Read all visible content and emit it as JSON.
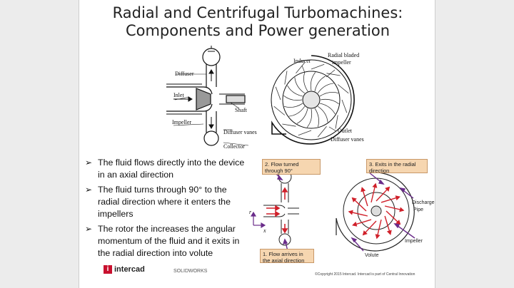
{
  "slide": {
    "title_line1": "Radial and Centrifugal Turbomachines:",
    "title_line2": "Components and Power generation"
  },
  "fig_left": {
    "labels": {
      "diffuser": "Diffuser",
      "inlet": "Inlet",
      "shaft": "Shaft",
      "impeller": "Impeller",
      "diffuser_vanes": "Diffuser vanes",
      "collector": "Collector"
    }
  },
  "fig_right": {
    "labels": {
      "inducer": "Inducer",
      "radial_bladed": "Radial bladed",
      "impeller": "impeller",
      "outlet": "Outlet",
      "diffuser_vanes": "Diffuser vanes"
    }
  },
  "bullets": [
    "The fluid flows directly into the device in an axial direction",
    "The fluid turns through 90° to the radial direction where it enters the impellers",
    "The rotor the increases the angular momentum of the fluid and it exits in the radial direction into volute"
  ],
  "bullet_marker": "➢",
  "fig_bottom": {
    "callout_flow_turned": "2. Flow turned through 90°",
    "callout_exits": "3. Exits in the radial direction",
    "callout_arrives": "1. Flow arrives in the axial direction",
    "label_discharge": "Discharge",
    "label_pipe": "Pipe",
    "label_impeller": "Impeller",
    "label_volute": "Volute",
    "axis_r": "r",
    "axis_x": "x"
  },
  "footer": {
    "logo_mark": "i",
    "logo_text": "intercad",
    "solidworks": "SOLIDWORKS",
    "copyright": "©Copyright 2015 Intercad. Intercad is part of Central Innovation"
  },
  "colors": {
    "arrow_red": "#d0202a",
    "arrow_purple": "#6a2c8a",
    "callout_bg": "#f6d6b0"
  }
}
